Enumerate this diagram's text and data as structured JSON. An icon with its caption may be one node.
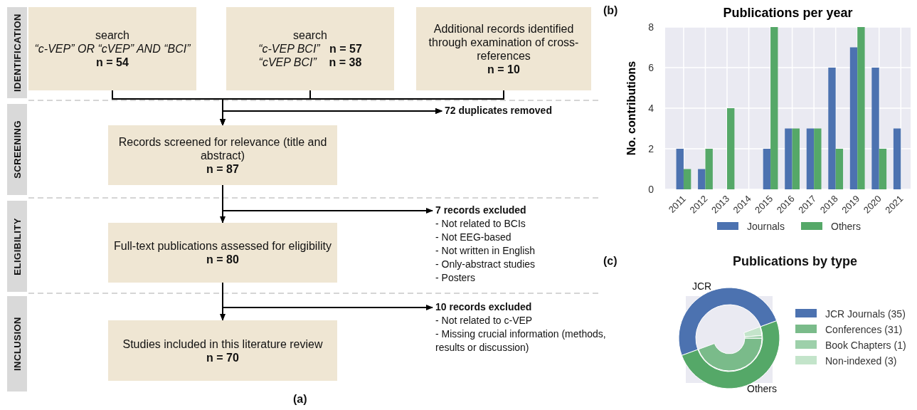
{
  "diagram": {
    "nodes": [
      {
        "text": [
          "IDENTIFICATION"
        ]
      },
      {
        "text": [
          "SCREENING"
        ]
      },
      {
        "text": [
          "ELIGIBILITY"
        ]
      },
      {
        "text": [
          "INCLUSION"
        ]
      },
      {
        "text": [
          "search",
          "“c-VEP” OR “cVEP” AND “BCI”",
          "n = 54"
        ]
      },
      {
        "text": [
          "search",
          "*“c-VEP BCI”*   **n = 57**",
          "*“cVEP BCI”*    **n = 38**"
        ]
      },
      {
        "text": [
          "Additional records identified through examination of cross-references",
          "n = 10"
        ]
      },
      {
        "text": [
          "Records screened for relevance (title and abstract)",
          "n = 87"
        ]
      },
      {
        "text": [
          "Full-text publications assessed for eligibility",
          "n = 80"
        ]
      },
      {
        "text": [
          "Studies included in this literature review",
          "n = 70"
        ]
      },
      {
        "text": [
          "72 duplicates removed"
        ]
      },
      {
        "text": [
          "7 records excluded",
          "- Not related to BCIs",
          "- Not EEG-based",
          "- Not written in English",
          "- Only-abstract studies",
          "- Posters"
        ]
      },
      {
        "text": [
          "10 records excluded",
          "- Not related to c-VEP",
          "- Missing crucial information (methods, results or discussion)"
        ]
      }
    ],
    "edges": [
      {
        "from": 4,
        "to": 7,
        "arrow": "to"
      },
      {
        "from": 5,
        "to": 7,
        "arrow": "to"
      },
      {
        "from": 6,
        "to": 7,
        "arrow": "to"
      },
      {
        "from": 4,
        "to": 10,
        "arrow": "to"
      },
      {
        "from": 5,
        "to": 10,
        "arrow": "to"
      },
      {
        "from": 6,
        "to": 10,
        "arrow": "to"
      },
      {
        "from": 7,
        "to": 8,
        "arrow": "to"
      },
      {
        "from": 7,
        "to": 11,
        "arrow": "to"
      },
      {
        "from": 8,
        "to": 9,
        "arrow": "to"
      },
      {
        "from": 8,
        "to": 12,
        "arrow": "to"
      }
    ],
    "labels": [
      "(a)",
      "(b)",
      "(c)",
      "Publications by type",
      "JCR",
      "Others"
    ],
    "legend": [
      {
        "text": "JCR Journals (35)",
        "color": "#4c72b0"
      },
      {
        "text": "Conferences (31)",
        "color": "#7abb8a"
      },
      {
        "text": "Book Chapters (1)",
        "color": "#9dd0aa"
      },
      {
        "text": "Non-indexed (3)",
        "color": "#c3e4ca"
      }
    ],
    "chart_data": {
      "type": "bar",
      "title": "Publications per year",
      "ylabel": "No. contributions",
      "categories": [
        "2011",
        "2012",
        "2013",
        "2014",
        "2015",
        "2016",
        "2017",
        "2018",
        "2019",
        "2020",
        "2021"
      ],
      "series": [
        {
          "name": "Journals",
          "color": "#4c72b0",
          "values": [
            2,
            1,
            0,
            0,
            2,
            3,
            3,
            6,
            7,
            6,
            3
          ]
        },
        {
          "name": "Others",
          "color": "#55a868",
          "values": [
            1,
            2,
            4,
            0,
            8,
            3,
            3,
            2,
            8,
            2,
            0
          ]
        }
      ],
      "ylim": [
        0,
        8
      ],
      "yticks": [
        0,
        2,
        4,
        6,
        8
      ],
      "grid": true,
      "legend": "bottom"
    }
  }
}
